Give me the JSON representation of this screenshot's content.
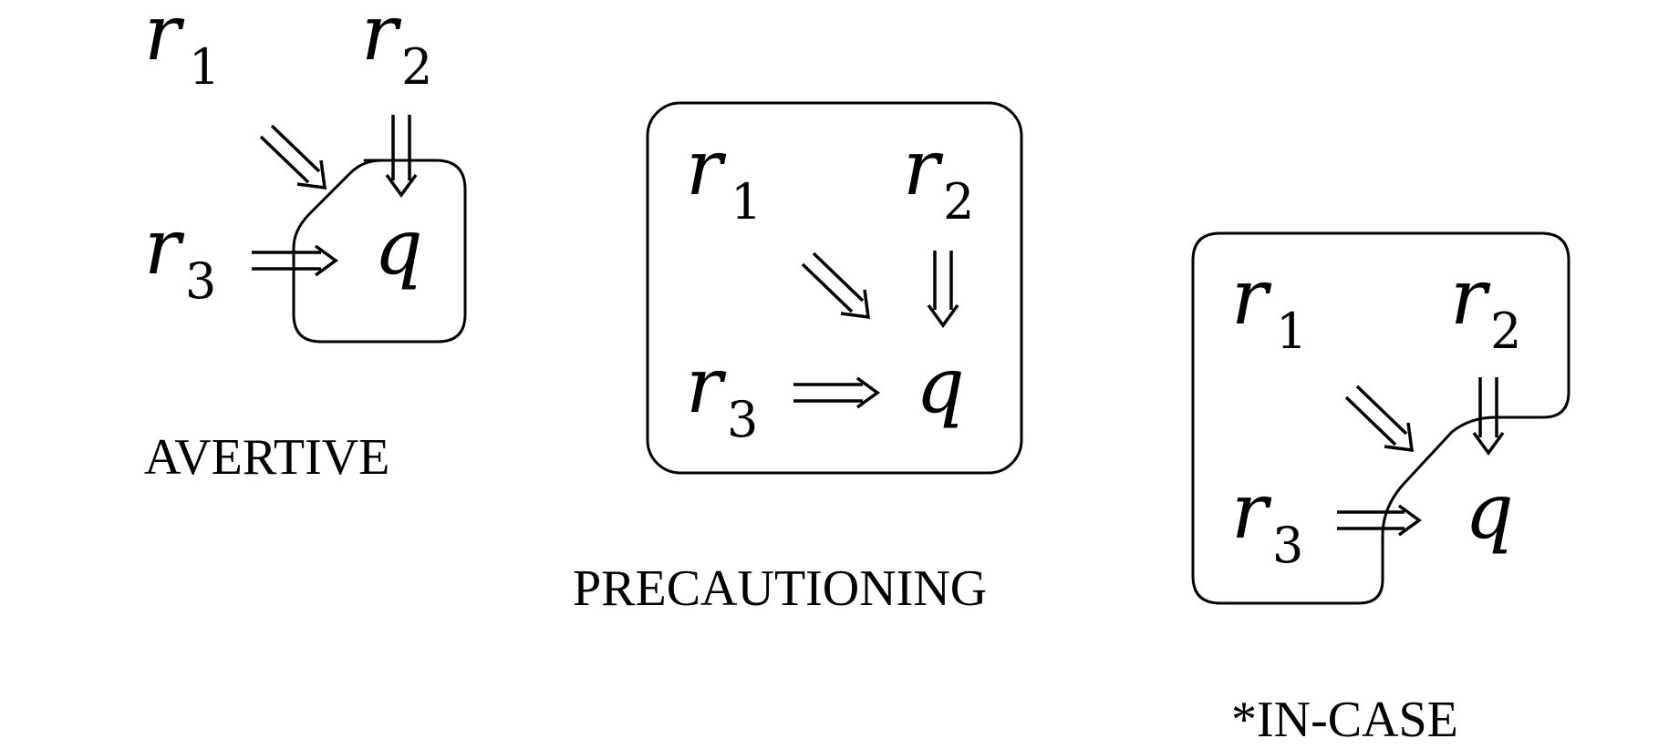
{
  "symbols": {
    "r": "r",
    "q": "q",
    "sub_1": "1",
    "sub_2": "2",
    "sub_3": "3"
  },
  "captions": {
    "avertive": "AVERTIVE",
    "precautioning": "PRECAUTIONING",
    "in_case": "*IN-CASE"
  },
  "colors": {
    "ink": "#000000",
    "background": "#ffffff"
  }
}
